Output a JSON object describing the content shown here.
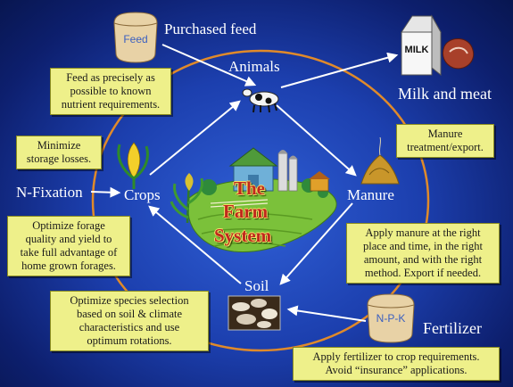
{
  "nodes": {
    "animals": "Animals",
    "crops": "Crops",
    "manure": "Manure",
    "soil": "Soil",
    "purchased_feed": "Purchased feed",
    "milk_meat": "Milk and meat",
    "n_fixation": "N-Fixation",
    "fertilizer": "Fertilizer"
  },
  "icons": {
    "feed_bag": "Feed",
    "fertilizer_bag": "N-P-K",
    "milk_carton": "MILK"
  },
  "center_title": [
    "The",
    "Farm",
    "System"
  ],
  "notes": {
    "feed": [
      "Feed as precisely as",
      "possible to known",
      "nutrient requirements."
    ],
    "storage": [
      "Minimize",
      "storage losses."
    ],
    "forage": [
      "Optimize forage",
      "quality and yield to",
      "take full advantage of",
      "home grown forages."
    ],
    "species": [
      "Optimize species selection",
      "based on soil & climate",
      "characteristics and use",
      "optimum rotations."
    ],
    "manure_treatment": [
      "Manure",
      "treatment/export."
    ],
    "manure_apply": [
      "Apply manure at the right",
      "place and time, in the right",
      "amount, and with the right",
      "method. Export if needed."
    ],
    "fertilizer": [
      "Apply fertilizer to crop requirements.",
      "Avoid “insurance” applications."
    ]
  },
  "colors": {
    "background": "#1c3fae",
    "cycle_ring": "#e08a2a",
    "note_fill": "#eef08a",
    "arrow": "#ffffff",
    "title_text": "#c0281e"
  }
}
